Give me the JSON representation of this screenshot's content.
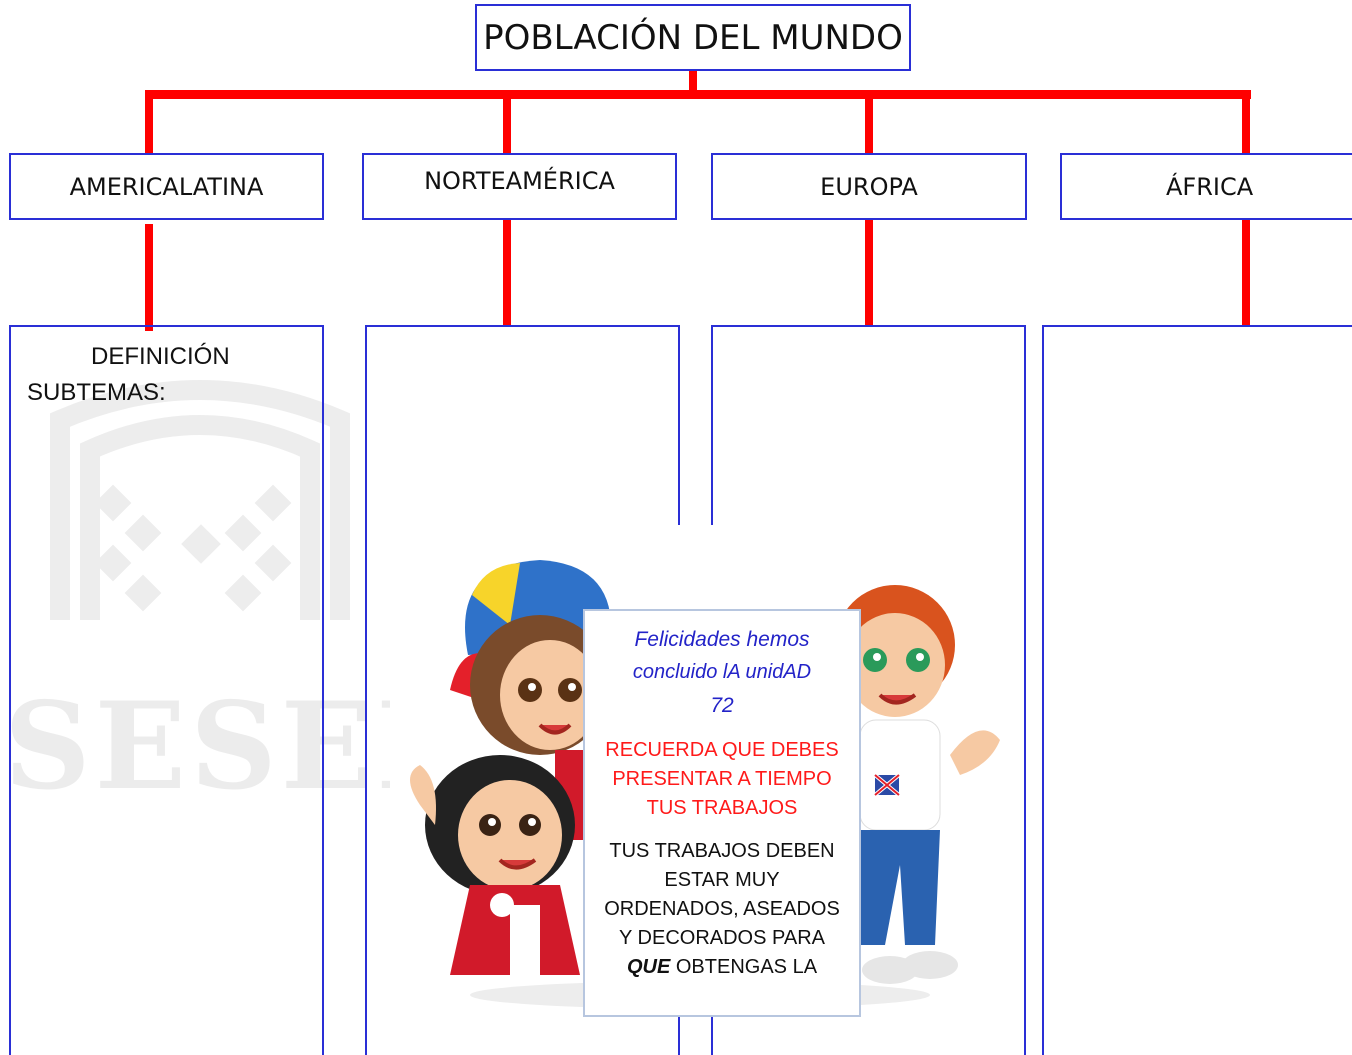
{
  "title": "POBLACIÓN DEL MUNDO",
  "regions": [
    {
      "label": "AMERICALATINA"
    },
    {
      "label": "NORTEAMÉRICA"
    },
    {
      "label": "EUROPA"
    },
    {
      "label": "ÁFRICA"
    }
  ],
  "first_column": {
    "line1": "DEFINICIÓN",
    "line2": "SUBTEMAS:"
  },
  "watermark": "SESEIB",
  "card": {
    "line1": "Felicidades hemos",
    "line2": "concluido lA unidAD",
    "line3": "72",
    "reminder": [
      "RECUERDA QUE DEBES",
      "PRESENTAR A TIEMPO",
      "TUS TRABAJOS"
    ],
    "note": [
      "TUS TRABAJOS DEBEN",
      "ESTAR MUY",
      "ORDENADOS, ASEADOS",
      "Y DECORADOS PARA"
    ],
    "note_em": "QUE",
    "note_end": "OBTENGAS LA"
  },
  "colors": {
    "connector": "#ff0000",
    "box_border": "#2a2fd6",
    "card_title": "#2323c8",
    "card_reminder": "#ff1a1a"
  }
}
